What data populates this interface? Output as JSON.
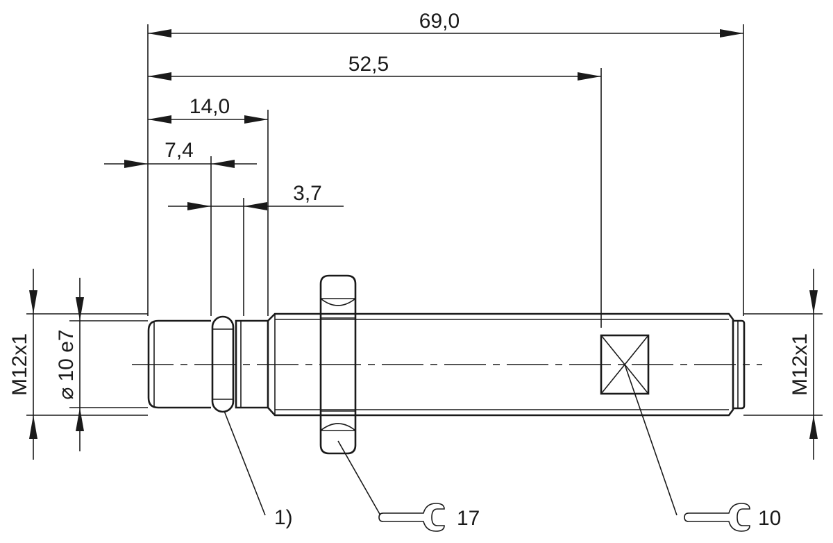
{
  "dimensions": {
    "overall_length": "69,0",
    "marking_distance": "52,5",
    "plug_length": "14,0",
    "groove_position": "7,4",
    "collar_width": "3,7",
    "thread_left": "M12x1",
    "thread_right": "M12x1",
    "plug_diameter_symbol": "⌀",
    "plug_diameter": "10 e7"
  },
  "callouts": {
    "seal_ref": "1)",
    "nut_wrench_size": "17",
    "marking_wrench_size": "10"
  },
  "icons": [
    "wrench-icon"
  ]
}
